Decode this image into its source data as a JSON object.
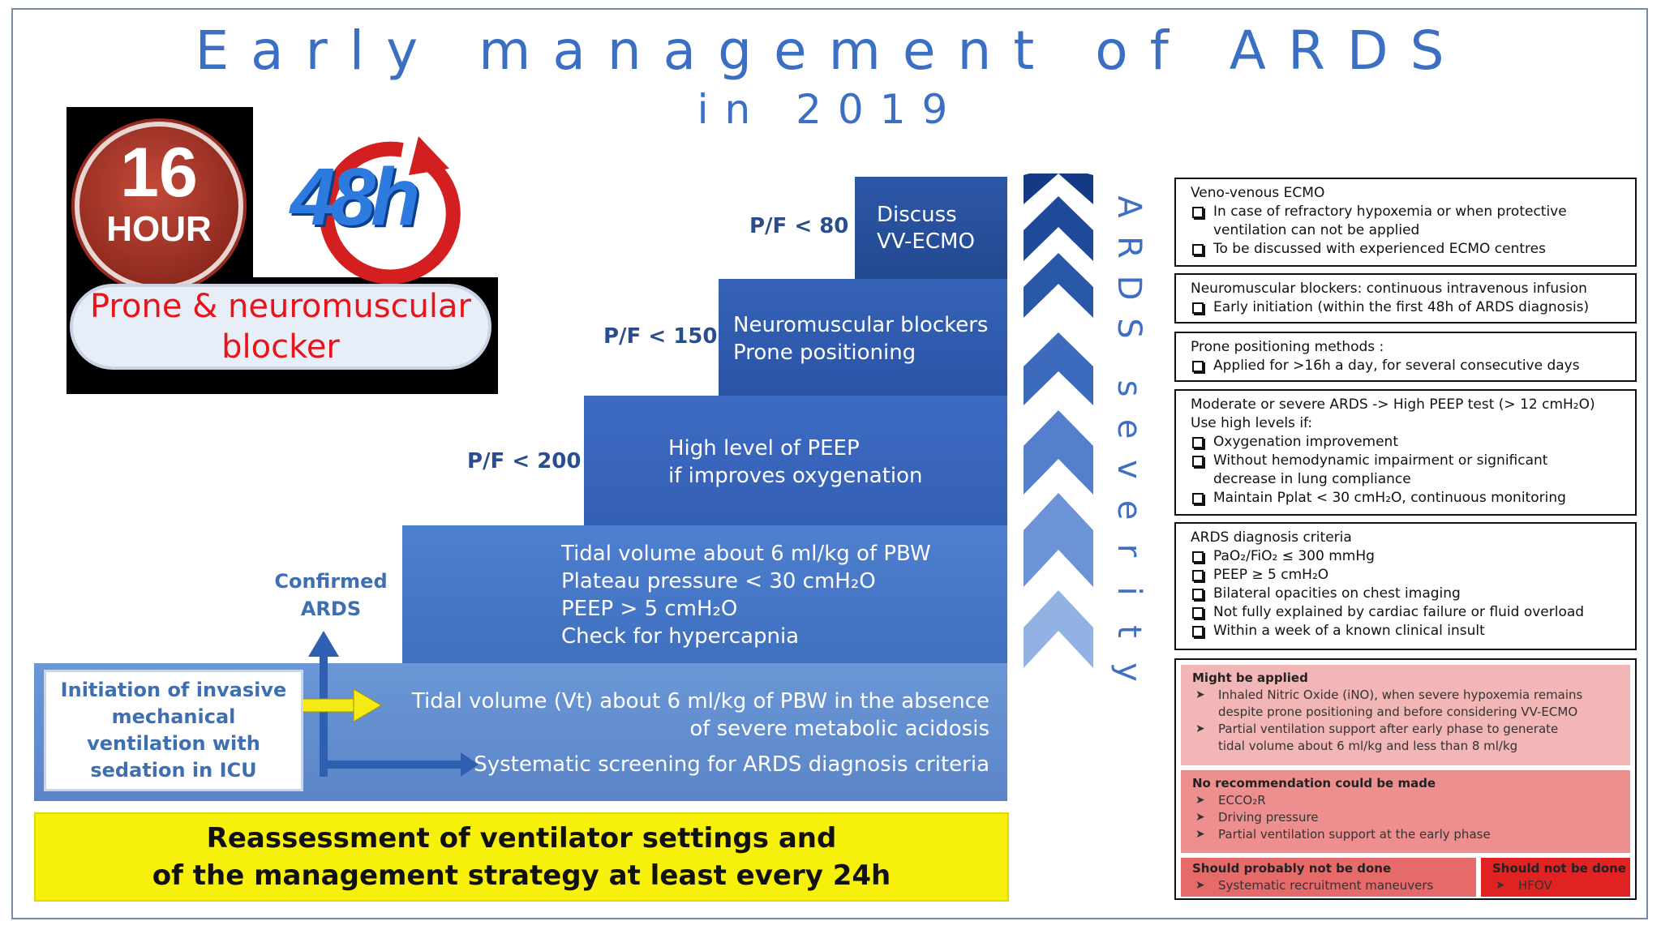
{
  "title": {
    "line1": "Early management of ARDS",
    "line2": "in 2019"
  },
  "badges": {
    "hour_number": "16",
    "hour_label": "HOUR",
    "duration": "48h",
    "caption_line1": "Prone & neuromuscular",
    "caption_line2": "blocker"
  },
  "steps": [
    {
      "threshold": "",
      "lines": [
        "Tidal volume (Vt) about 6 ml/kg  of PBW in the absence",
        "of severe metabolic acidosis",
        "Systematic screening for ARDS diagnosis criteria"
      ]
    },
    {
      "threshold": "",
      "lines": [
        "Tidal volume about 6 ml/kg of PBW",
        "Plateau pressure < 30 cmH₂O",
        "PEEP > 5 cmH₂O",
        "Check for hypercapnia"
      ]
    },
    {
      "threshold": "P/F < 200",
      "lines": [
        "High level of PEEP",
        "if improves oxygenation"
      ]
    },
    {
      "threshold": "P/F < 150",
      "lines": [
        "Neuromuscular blockers",
        "Prone positioning"
      ]
    },
    {
      "threshold": "P/F < 80",
      "lines": [
        "Discuss",
        "VV-ECMO"
      ]
    }
  ],
  "initiation": {
    "lines": [
      "Initiation of invasive",
      "mechanical",
      "ventilation with",
      "sedation in ICU"
    ]
  },
  "confirmed": {
    "line1": "Confirmed",
    "line2": "ARDS"
  },
  "reassessment": {
    "line1": "Reassessment of ventilator settings and",
    "line2": "of the management strategy at least every 24h"
  },
  "severity_label": "ARDS severity",
  "colors": {
    "title": "#3a6fc4",
    "step_light": "#6a97d6",
    "step_dark": "#22488f",
    "banner": "#f7f00a",
    "caption": "#e8141a",
    "might": "#f2b6b6",
    "no_rec": "#ee8f8f",
    "prob_not": "#e66a6a",
    "not": "#e02222"
  },
  "boxes": {
    "ecmo": {
      "header": "Veno-venous ECMO",
      "items": [
        [
          "In case of refractory hypoxemia or when protective",
          "ventilation can not be applied"
        ],
        [
          "To be discussed with experienced ECMO centres"
        ]
      ]
    },
    "nmb": {
      "header": "Neuromuscular blockers: continuous intravenous infusion",
      "items": [
        [
          "Early initiation (within the first 48h of ARDS diagnosis)"
        ]
      ]
    },
    "prone": {
      "header": "Prone positioning methods :",
      "items": [
        [
          "Applied for >16h a day, for several consecutive days"
        ]
      ]
    },
    "peep": {
      "header": "Moderate or severe ARDS -> High PEEP test (> 12 cmH₂O)",
      "subheader": "Use high levels if:",
      "items": [
        [
          "Oxygenation improvement"
        ],
        [
          "Without hemodynamic impairment or significant",
          "decrease in lung compliance"
        ],
        [
          "Maintain Pplat < 30 cmH₂O, continuous monitoring"
        ]
      ]
    },
    "criteria": {
      "header": "ARDS diagnosis criteria",
      "items": [
        [
          "PaO₂/FiO₂ ≤ 300 mmHg"
        ],
        [
          "PEEP ≥ 5 cmH₂O"
        ],
        [
          "Bilateral opacities on chest imaging"
        ],
        [
          "Not fully explained by cardiac failure or fluid overload"
        ],
        [
          "Within a week of a known clinical insult"
        ]
      ]
    }
  },
  "recommendations": {
    "might": {
      "header": "Might be applied",
      "items": [
        [
          "Inhaled Nitric Oxide (iNO), when severe hypoxemia remains",
          "despite prone positioning and before considering VV-ECMO"
        ],
        [
          "Partial ventilation support after early phase to generate",
          "tidal volume about  6 ml/kg and less than 8 ml/kg"
        ]
      ]
    },
    "no_rec": {
      "header": "No recommendation could be made",
      "items": [
        [
          "ECCO₂R"
        ],
        [
          "Driving pressure"
        ],
        [
          "Partial ventilation support at the early phase"
        ]
      ]
    },
    "prob_not": {
      "header": "Should probably not be done",
      "items": [
        [
          "Systematic recruitment maneuvers"
        ]
      ]
    },
    "not": {
      "header": "Should not  be done",
      "items": [
        [
          "HFOV"
        ]
      ]
    }
  }
}
